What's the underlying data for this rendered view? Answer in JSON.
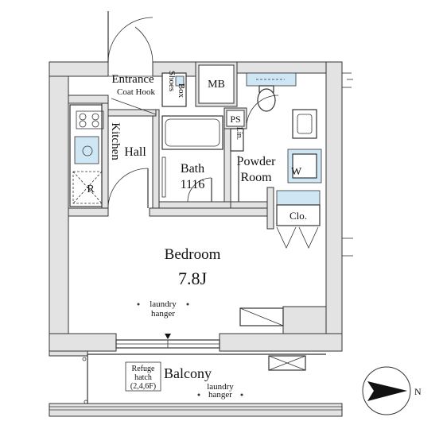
{
  "rooms": {
    "entrance": "Entrance",
    "coat_hook": "Coat Hook",
    "shoes_box_1": "Shoes",
    "shoes_box_2": "Box",
    "mb": "MB",
    "ps": "PS",
    "lin": "Lin.",
    "kitchen": "Kitchen",
    "hall": "Hall",
    "bath": "Bath",
    "bath_size": "1116",
    "powder_1": "Powder",
    "powder_2": "Room",
    "washer": "W",
    "refrigerator": "R",
    "closet": "Clo.",
    "bedroom": "Bedroom",
    "bedroom_size": "7.8J",
    "laundry_1": "laundry",
    "laundry_2": "hanger",
    "balcony": "Balcony",
    "refuge_1": "Refuge",
    "refuge_2": "hatch",
    "refuge_3": "(2,4,6F)",
    "balcony_laundry_1": "laundry",
    "balcony_laundry_2": "hanger"
  },
  "compass": {
    "label": "N"
  },
  "colors": {
    "fixture_fill": "#cfe6f5",
    "wall_fill": "#e3e3e3",
    "line": "#333333"
  }
}
